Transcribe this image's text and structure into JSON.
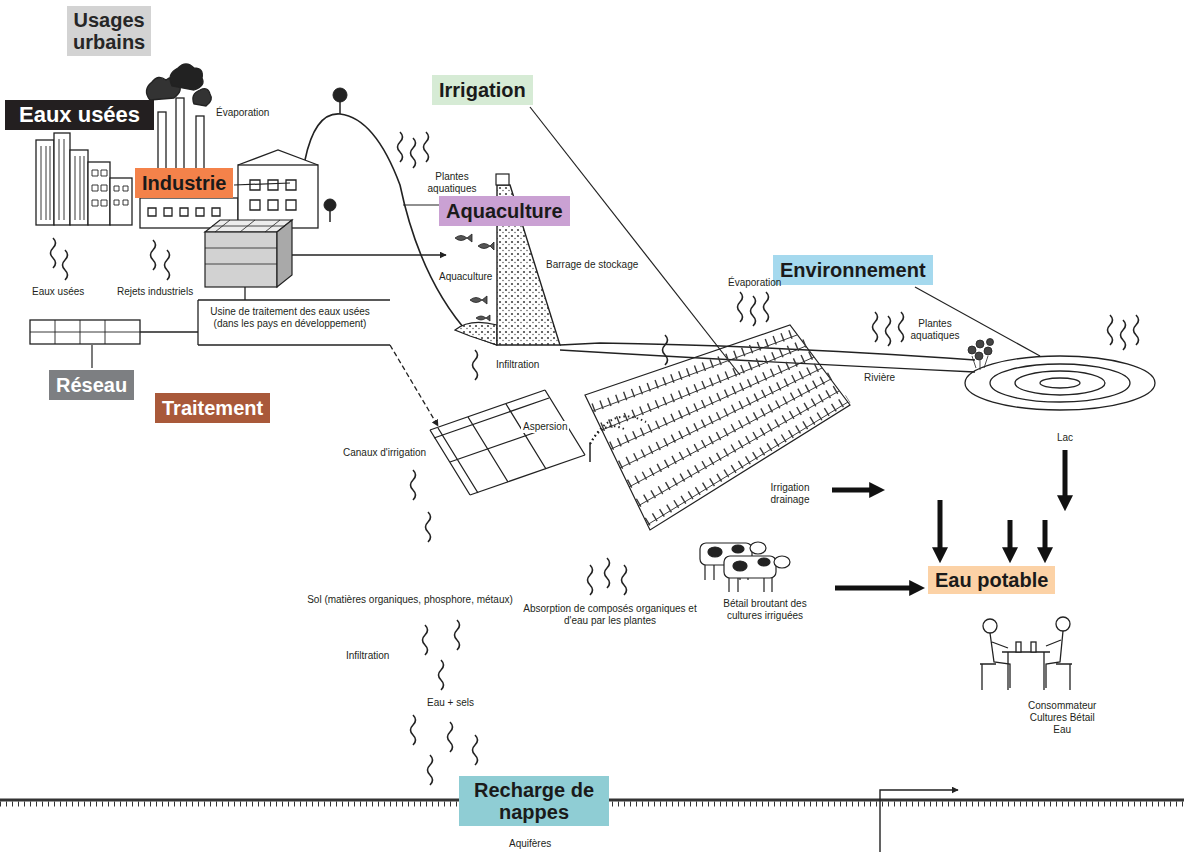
{
  "diagram": {
    "nodes": [
      {
        "text": [
          "Usages urbains"
        ]
      },
      {
        "text": [
          "Irrigation"
        ]
      },
      {
        "text": [
          "Eaux usées"
        ]
      },
      {
        "text": [
          "Industrie"
        ]
      },
      {
        "text": [
          "Aquaculture"
        ]
      },
      {
        "text": [
          "Environnement"
        ]
      },
      {
        "text": [
          "Réseau"
        ]
      },
      {
        "text": [
          "Traitement"
        ]
      },
      {
        "text": [
          "Eau potable"
        ]
      },
      {
        "text": [
          "Recharge de nappes"
        ]
      }
    ],
    "labels": [
      "Évaporation",
      "Plantes aquatiques",
      "Eaux usées",
      "Rejets industriels",
      "Usine de traitement des eaux usées (dans les pays en développement)",
      "Aquaculture",
      "Barrage de stockage",
      "Infiltration",
      "Canaux d'irrigation",
      "Aspersion",
      "Évaporation",
      "Rivière",
      "Plantes aquatiques",
      "Lac",
      "Irrigation drainage",
      "Bétail broutant des cultures irriguées",
      "Sol (matières organiques, phosphore, métaux)",
      "Absorption de composés organiques et d'eau par les plantes",
      "Infiltration",
      "Eau + sels",
      "Consommateur Cultures Bétail Eau",
      "Aquifères"
    ]
  }
}
